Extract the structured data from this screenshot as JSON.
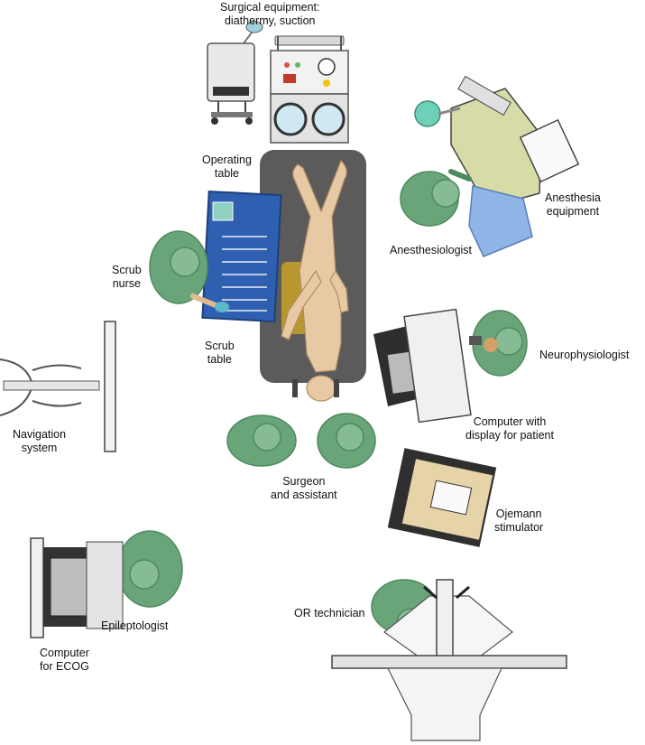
{
  "colors": {
    "staff_green": "#6aa57a",
    "staff_green_dark": "#4e8a5f",
    "glove_blue": "#5ab8c8",
    "table_dark": "#5b5b5b",
    "scrub_table_blue": "#2f5fb0",
    "patient_skin": "#e7c9a3",
    "stimulator_tan": "#e6d3a8",
    "anesthesia_bag_blue": "#8fb4e6"
  },
  "labels": {
    "surgical_equipment": "Surgical equipment:\ndiathermy, suction",
    "operating_table": "Operating\ntable",
    "anesthesia_equipment": "Anesthesia\nequipment",
    "anesthesiologist": "Anesthesiologist",
    "scrub_nurse": "Scrub\nnurse",
    "scrub_table": "Scrub\ntable",
    "neurophysiologist": "Neurophysiologist",
    "navigation_system": "Navigation\nsystem",
    "computer_display_patient": "Computer with\ndisplay for patient",
    "surgeon_assistant": "Surgeon\nand assistant",
    "ojemann_stimulator": "Ojemann\nstimulator",
    "epileptologist": "Epileptologist",
    "or_technician": "OR technician",
    "computer_ecog": "Computer\nfor ECOG"
  },
  "icons": {
    "person": "person-topdown-icon",
    "navigation": "navigation-system-icon",
    "stimulator": "stimulator-device-icon"
  }
}
